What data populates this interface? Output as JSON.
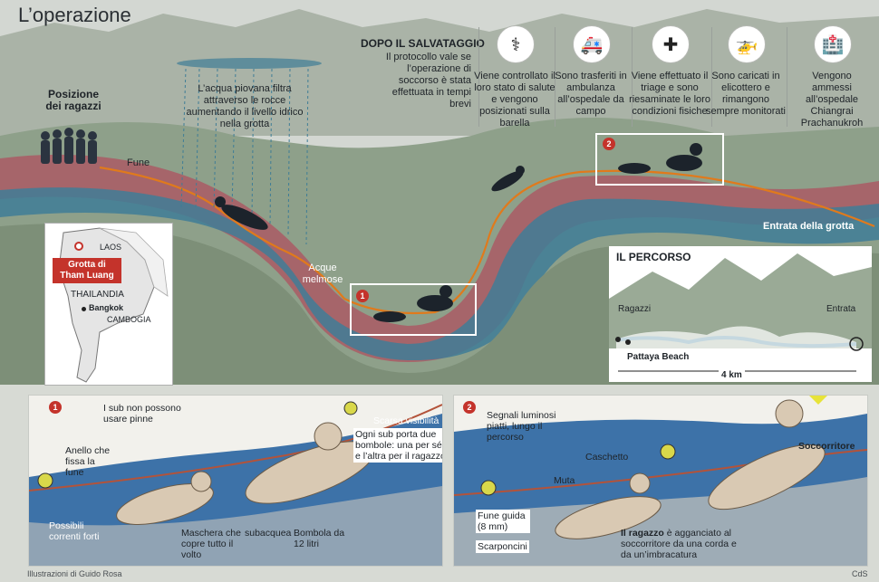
{
  "title": "L’operazione",
  "after_rescue": {
    "heading": "DOPO IL SALVATAGGIO",
    "intro": "Il protocollo vale se l’operazione di soccorso è stata effettuata in tempi brevi",
    "steps": [
      {
        "icon": "stethoscope-icon",
        "text": "Viene controllato il loro stato di salute e vengono posizionati sulla barella"
      },
      {
        "icon": "ambulance-icon",
        "text": "Sono trasferiti in ambulanza all’ospedale da campo"
      },
      {
        "icon": "medical-staff-icon",
        "text": "Viene effettuato il triage e sono riesaminate le loro condizioni fisiche"
      },
      {
        "icon": "helicopter-icon",
        "text": "Sono caricati in elicottero e rimangono sempre monitorati"
      },
      {
        "icon": "hospital-icon",
        "text": "Vengono ammessi all’ospedale Chiangrai Prachanukroh"
      }
    ]
  },
  "boys_position": "Posizione dei ragazzi",
  "rope_label": "Fune",
  "rain_label": "L’acqua piovana filtra attraverso le rocce aumentando il livello idrico nella grotta",
  "muddy_water": "Acque melmose",
  "cave_entrance": "Entrata della grotta",
  "markers": {
    "one": "1",
    "two": "2"
  },
  "map": {
    "country_1": "LAOS",
    "country_2": "THAILANDIA",
    "country_3": "CAMBOGIA",
    "cave_name": "Grotta di Tham Luang",
    "city": "Bangkok"
  },
  "route": {
    "heading": "IL PERCORSO",
    "start": "Ragazzi",
    "end": "Entrata",
    "beach": "Pattaya Beach",
    "distance": "4 km"
  },
  "panel1": {
    "number": "1",
    "fins": "I sub non possono usare pinne",
    "visibility": "Scarsa visibilità",
    "ring": "Anello che fissa la fune",
    "tanks": "Ogni sub porta due bombole: una per sé e l’altra per il ragazzo",
    "currents": "Possibili correnti forti",
    "mask": "Maschera che copre tutto il volto",
    "diver": "subacquea",
    "tank": "Bombola da 12 litri"
  },
  "panel2": {
    "number": "2",
    "signals": "Segnali luminosi piatti, lungo il percorso",
    "helmet": "Caschetto",
    "rescuer": "Soccorritore",
    "suit": "Muta",
    "guide_rope": "Fune guida (8 mm)",
    "shoes": "Scarponcini",
    "boy_bold": "Il ragazzo",
    "boy_text": " è agganciato al soccorritore da una corda e da un’imbracatura"
  },
  "credit_left": "Illustrazioni di Guido Rosa",
  "credit_right": "CdS",
  "colors": {
    "water": "#3f7d96",
    "rock_red": "#a6656a",
    "rock_green": "#7d8f78",
    "rope": "#e07a1c",
    "marker": "#c4332b"
  }
}
